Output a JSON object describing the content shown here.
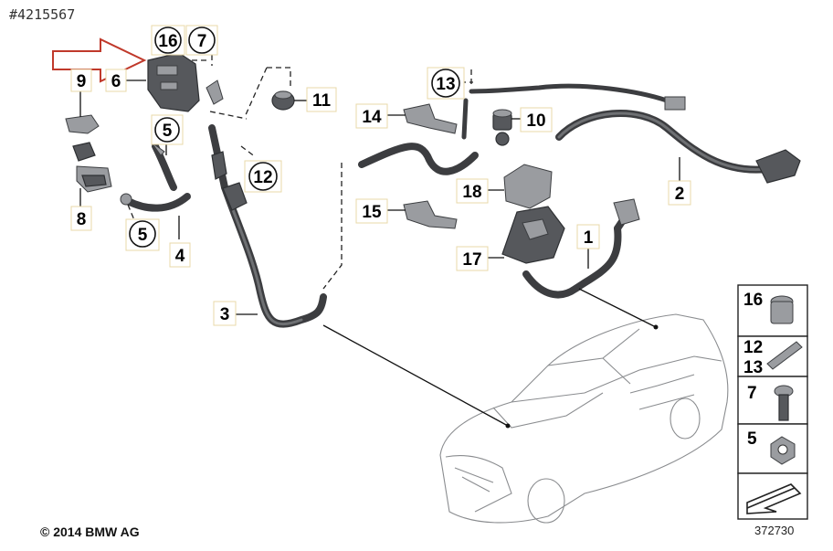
{
  "ref_number": "#4215567",
  "copyright": "© 2014 BMW AG",
  "diagram_number": "372730",
  "callouts": {
    "c1": "1",
    "c2": "2",
    "c3": "3",
    "c4": "4",
    "c5a": "5",
    "c5b": "5",
    "c6": "6",
    "c7": "7",
    "c8": "8",
    "c9": "9",
    "c10": "10",
    "c11": "11",
    "c12": "12",
    "c13": "13",
    "c14": "14",
    "c15": "15",
    "c16": "16",
    "c17": "17",
    "c18": "18"
  },
  "kit_panel": {
    "k16": "16",
    "k12": "12",
    "k13": "13",
    "k7": "7",
    "k5": "5"
  },
  "colors": {
    "arrow": "#c0392b",
    "part": "#56585c",
    "outline": "#8a8c8f"
  },
  "icons": [
    "highlight-arrow",
    "direction-arrow-icon"
  ]
}
